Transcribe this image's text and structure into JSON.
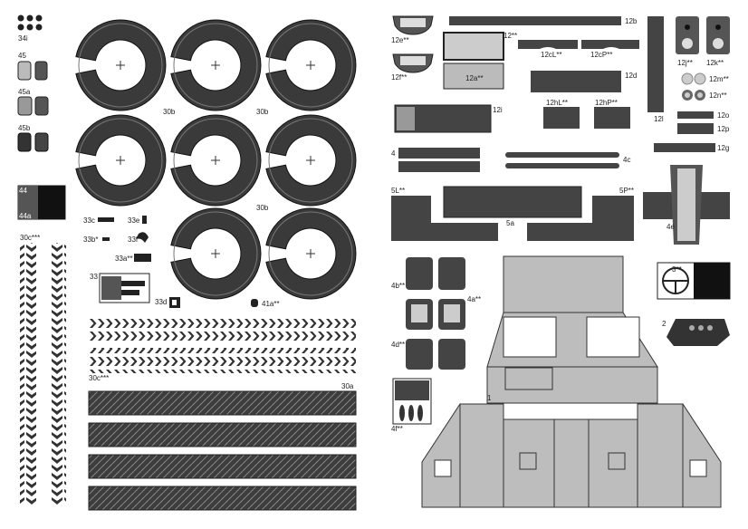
{
  "labels": {
    "l34i": "34i",
    "l45": "45",
    "l45a": "45a",
    "l45b": "45b",
    "l44": "44",
    "l44a": "44a",
    "l30b_1": "30b",
    "l30b_2": "30b",
    "l30b_3": "30b",
    "l30c_1": "30c***",
    "l30c_2": "30c***",
    "l30a": "30a",
    "l33c": "33c",
    "l33e": "33e",
    "l33b": "33b*",
    "l33f": "33f",
    "l33a": "33a**",
    "l33": "33",
    "l33d": "33d",
    "l41a": "41a**",
    "l12e": "12e**",
    "l12f": "12f**",
    "l12": "12**",
    "l12a": "12a**",
    "l12b": "12b",
    "l12cL": "12cL**",
    "l12cP": "12cP**",
    "l12d": "12d",
    "l12i": "12i",
    "l12l": "12l",
    "l12hL": "12hL**",
    "l12hP": "12hP**",
    "l12j": "12j**",
    "l12k": "12k**",
    "l12m": "12m**",
    "l12n": "12n**",
    "l12o": "12o",
    "l12p": "12p",
    "l12g": "12g",
    "l4": "4",
    "l4c": "4c",
    "l5L": "5L**",
    "l5P": "5P**",
    "l5a": "5a",
    "l4e": "4e",
    "l4b": "4b**",
    "l4a": "4a**",
    "l4d": "4d**",
    "l4f": "4f**",
    "l3": "3**",
    "l2": "2",
    "l1": "1"
  },
  "colors": {
    "dark": "#3a3a3a",
    "mid": "#6b6b6b",
    "light": "#c8c8c8",
    "body": "#bdbdbd",
    "outline": "#1e1e1e"
  }
}
